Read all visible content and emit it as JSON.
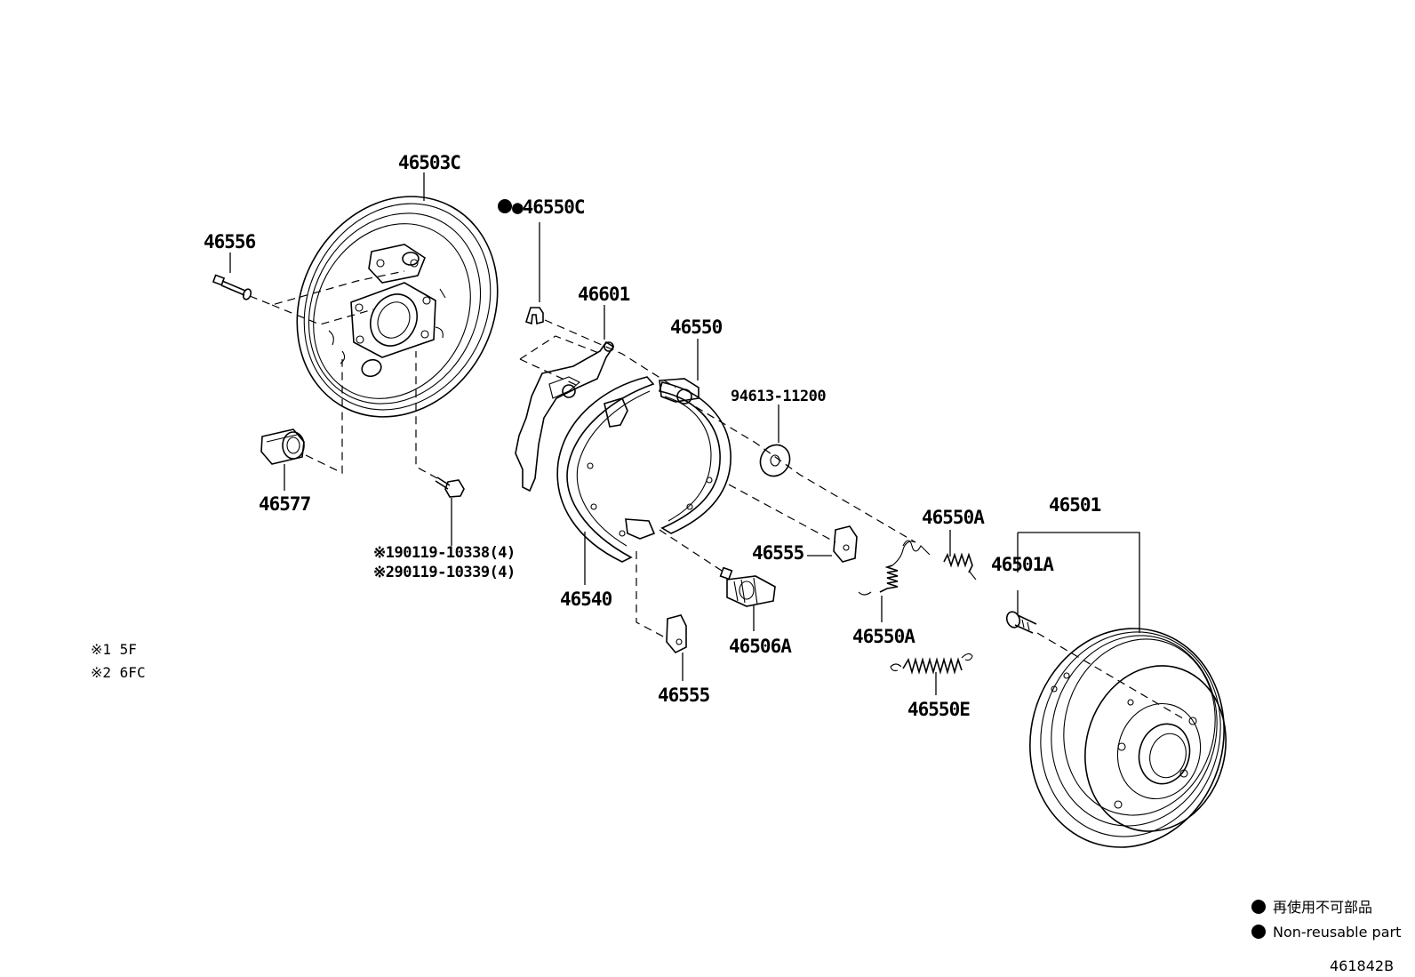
{
  "diagram_id": "461842B",
  "parts": {
    "p46503C": "46503C",
    "p46556": "46556",
    "p46577": "46577",
    "p46550C": "●46550C",
    "p46601": "46601",
    "p46550": "46550",
    "p94613": "94613-11200",
    "p46540": "46540",
    "p46555_upper": "46555",
    "p46555_lower": "46555",
    "p46506A": "46506A",
    "p46550A_upper": "46550A",
    "p46550A_lower": "46550A",
    "p46550E": "46550E",
    "p46501": "46501",
    "p46501A": "46501A",
    "bolt_1": "※190119-10338(4)",
    "bolt_2": "※290119-10339(4)"
  },
  "notes": {
    "note1": "※1 5F",
    "note2": "※2 6FC"
  },
  "legend": {
    "jp": "再使用不可部品",
    "en": "Non-reusable part"
  }
}
